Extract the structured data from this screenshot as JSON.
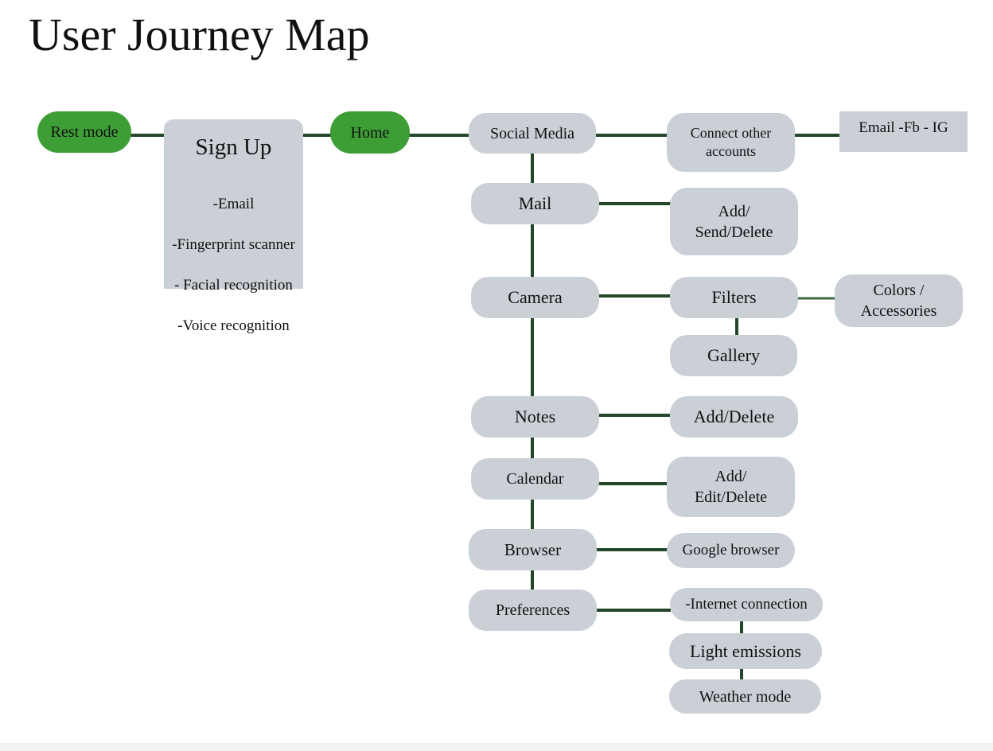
{
  "title": "User Journey Map",
  "colors": {
    "start_node": "#3e9e36",
    "node": "#cbd0d7",
    "connector": "#24472a",
    "connector_light": "#3f6a3f"
  },
  "nodes": {
    "rest_mode": "Rest mode",
    "sign_up": {
      "title": "Sign Up",
      "lines": [
        "-Email",
        "-Fingerprint scanner",
        "- Facial recognition",
        "-Voice recognition"
      ]
    },
    "home": "Home",
    "social_media": "Social Media",
    "connect_other_accounts": "Connect other\naccounts",
    "email_fb_ig": "Email -Fb - IG",
    "mail": "Mail",
    "mail_actions": "Add/\nSend/Delete",
    "camera": "Camera",
    "filters": "Filters",
    "colors_accessories": "Colors /\nAccessories",
    "gallery": "Gallery",
    "notes": "Notes",
    "notes_actions": "Add/Delete",
    "calendar": "Calendar",
    "calendar_actions": "Add/\nEdit/Delete",
    "browser": "Browser",
    "google_browser": "Google browser",
    "preferences": "Preferences",
    "internet_connection": "-Internet connection",
    "light_emissions": "Light emissions",
    "weather_mode": "Weather mode"
  }
}
